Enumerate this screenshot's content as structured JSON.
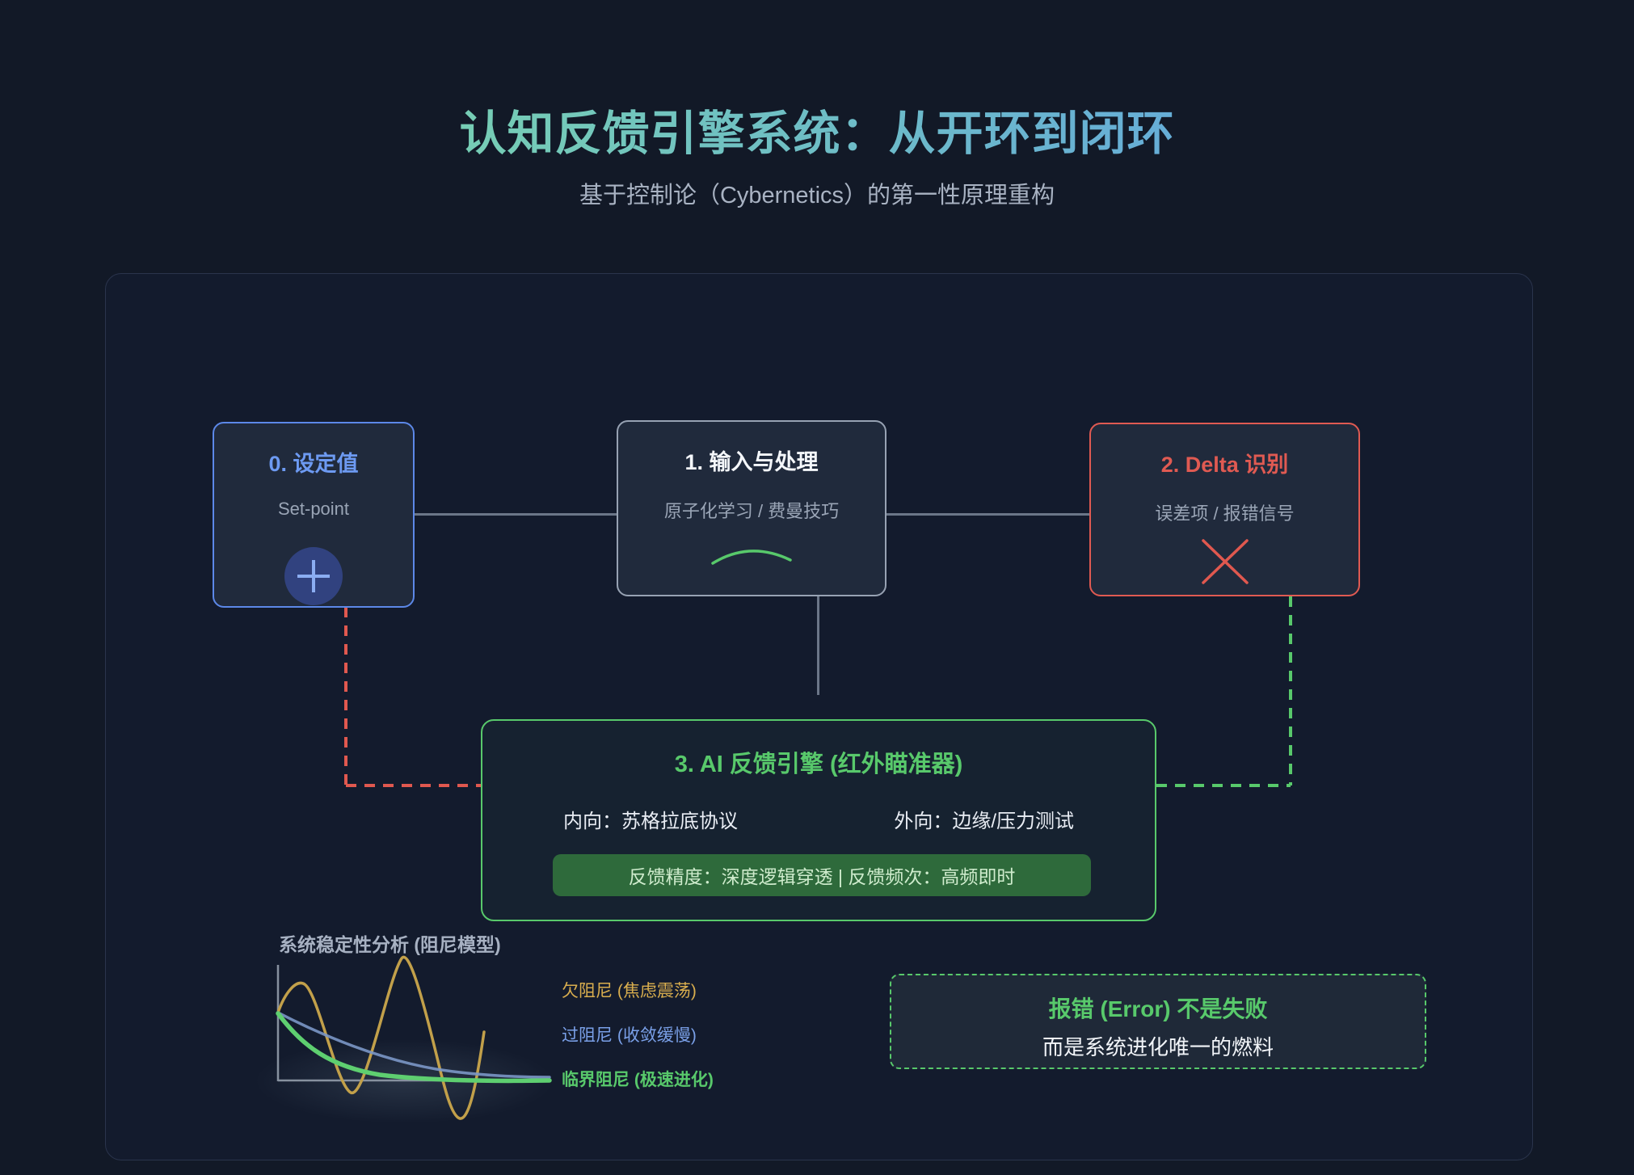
{
  "header": {
    "title": "认知反馈引擎系统：从开环到闭环",
    "subtitle": "基于控制论（Cybernetics）的第一性原理重构"
  },
  "nodes": {
    "setpoint": {
      "title": "0. 设定值",
      "subtitle": "Set-point",
      "icon": "plus-icon"
    },
    "input": {
      "title": "1. 输入与处理",
      "subtitle": "原子化学习 / 费曼技巧",
      "icon": "arc-icon"
    },
    "delta": {
      "title": "2. Delta 识别",
      "subtitle": "误差项 / 报错信号",
      "icon": "x-icon"
    },
    "engine": {
      "title": "3. AI 反馈引擎 (红外瞄准器)",
      "inward_label": "内向：苏格拉底协议",
      "outward_label": "外向：边缘/压力测试",
      "badge": "反馈精度：深度逻辑穿透 | 反馈频次：高频即时"
    }
  },
  "chart_data": {
    "type": "line",
    "title": "系统稳定性分析 (阻尼模型)",
    "xlabel": "",
    "ylabel": "",
    "axes_ticks_labeled": false,
    "grid": false,
    "legend_position": "right",
    "x_range": [
      0,
      10
    ],
    "y_range": [
      -0.8,
      1.8
    ],
    "baseline": 0,
    "series": [
      {
        "name": "欠阻尼 (焦虑震荡)",
        "color": "#d9ae4e",
        "behavior": "oscillation with growing amplitude (unstable)",
        "x": [
          0,
          0.6,
          1.8,
          3.2,
          4.6,
          5.6
        ],
        "y": [
          1.0,
          1.4,
          -0.18,
          1.75,
          -0.55,
          0.72
        ]
      },
      {
        "name": "过阻尼 (收敛缓慢)",
        "color": "#7aa0e8",
        "behavior": "slow exponential decay toward baseline",
        "x": [
          0,
          2,
          4,
          6,
          8,
          10
        ],
        "y": [
          1.0,
          0.68,
          0.42,
          0.22,
          0.1,
          0.05
        ]
      },
      {
        "name": "临界阻尼 (极速进化)",
        "color": "#58c96b",
        "behavior": "fast smooth convergence to baseline",
        "x": [
          0,
          2,
          4,
          6,
          8,
          10
        ],
        "y": [
          1.0,
          0.38,
          0.13,
          0.04,
          0.01,
          0.0
        ]
      }
    ]
  },
  "callout": {
    "title": "报错 (Error) 不是失败",
    "subtitle": "而是系统进化唯一的燃料"
  },
  "colors": {
    "background": "#121927",
    "panel_border": "#2a344c",
    "card_background": "#202a3c",
    "blue_accent": "#5c88e8",
    "steel_accent": "#97a2b3",
    "red_accent": "#e0584f",
    "green_accent": "#58c96b",
    "badge_background": "#2e6a3b",
    "title_gradient_start": "#7bd7aa",
    "title_gradient_end": "#64a9dc",
    "muted_text": "#9aa5b6",
    "connector_gray": "#6b7688"
  }
}
